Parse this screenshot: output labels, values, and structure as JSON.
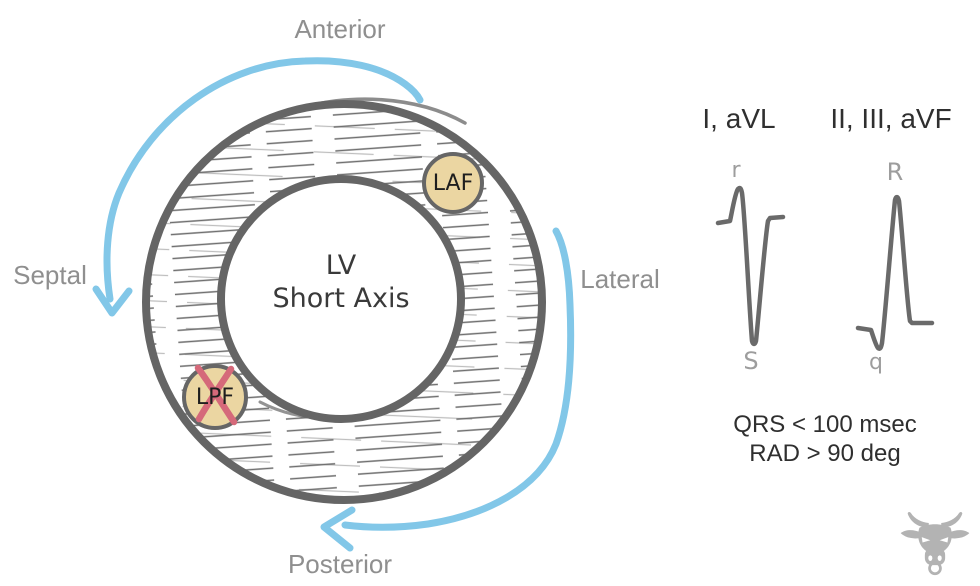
{
  "colors": {
    "arrow-blue": "#82c7e8",
    "ring-gray": "#656565",
    "hatch-gray": "#6f6f6f",
    "label-gray": "#8f8f8f",
    "wave-label-gray": "#9d9d9d",
    "text-dark": "#2f2f2f",
    "fascicle-tan": "#ebd6a2",
    "fascicle-border": "#666666",
    "cross-red": "#d5697a",
    "trace-gray": "#6a6a6a",
    "logo-gray": "#b3b3b3"
  },
  "diagram": {
    "center_label_line1": "LV",
    "center_label_line2": "Short Axis",
    "direction_labels": {
      "top": "Anterior",
      "bottom": "Posterior",
      "left": "Septal",
      "right": "Lateral"
    },
    "fascicles": [
      {
        "abbr": "LAF",
        "crossed_out": false
      },
      {
        "abbr": "LPF",
        "crossed_out": true
      }
    ],
    "rotation_arrows": "counterclockwise"
  },
  "ecg_panels": [
    {
      "leads": "I, aVL",
      "pattern": "rS",
      "wave_labels": {
        "top": "r",
        "bottom": "S"
      }
    },
    {
      "leads": "II, III, aVF",
      "pattern": "qR",
      "wave_labels": {
        "top": "R",
        "bottom": "q"
      }
    }
  ],
  "criteria": {
    "line1": "QRS < 100 msec",
    "line2": "RAD > 90 deg"
  },
  "logo": {
    "icon": "bull-icon"
  }
}
